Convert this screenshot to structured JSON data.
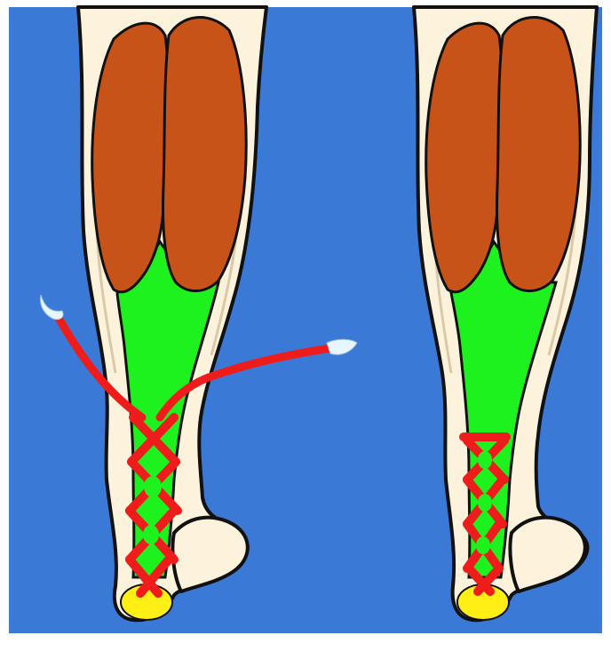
{
  "figure": {
    "colors": {
      "background": "#3a7ad6",
      "frame": "#ffffff",
      "skin": "#fdf3dc",
      "skin_shade": "#e9dcc2",
      "outline": "#111111",
      "gastrocnemius": "#c85318",
      "achilles": "#1ef21e",
      "calcaneus": "#ffef14",
      "tape": "#ef1c1c",
      "tape_end": "#e8f6ff"
    },
    "panels": [
      {
        "id": "left",
        "icon": "calf-leg-tape-loose"
      },
      {
        "id": "right",
        "icon": "calf-leg-tape-finished"
      }
    ]
  }
}
